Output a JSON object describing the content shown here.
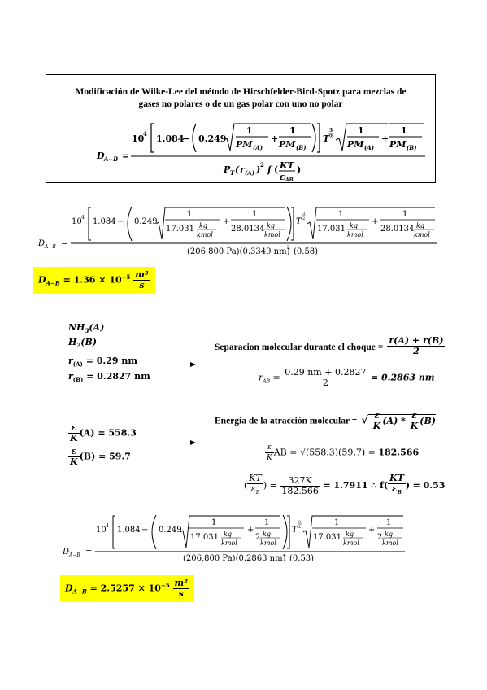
{
  "header": {
    "title_line1": "Modificación de Wilke-Lee del método de Hirschfelder-Bird-Spotz para mezclas de",
    "title_line2": "gases no polares o de un gas polar con uno no polar",
    "lhs": "D",
    "lhs_sub": "A−B",
    "coef": "10",
    "coef_exp": "4",
    "c1": "1.084",
    "c2": "0.249",
    "pm_a": "PM",
    "pm_a_sub": "(A)",
    "pm_b": "PM",
    "pm_b_sub": "(B)",
    "T": "T",
    "T_exp_num": "3",
    "T_exp_den": "2",
    "den_p": "P",
    "den_p_sub": "T",
    "den_r": "r",
    "den_r_sub": "(A)",
    "den_exp": "2",
    "den_f": "f",
    "den_kt": "KT",
    "den_eps": "ε",
    "den_eps_sub": "AB"
  },
  "eq1": {
    "coef": "10",
    "coef_exp": "4",
    "c1": "1.084",
    "c2": "0.249",
    "m_a": "17.031",
    "m_b": "28.0134",
    "unit_num": "kg",
    "unit_den": "kmol",
    "denominator": "(206,800 Pa)(0.3349 nm)",
    "den_exp": "2",
    "den_tail": "(0.58)"
  },
  "result1": {
    "lhs": "D",
    "lhs_sub": "A−B",
    "value": "= 1.36 × 10",
    "exp": "−5",
    "unit_num": "m²",
    "unit_den": "s"
  },
  "species": {
    "a": "NH",
    "a_sub": "3",
    "a_tail": "(A)",
    "b": "H",
    "b_sub": "2",
    "b_tail": "(B)",
    "ra_label": "r",
    "ra_sub": "(A)",
    "ra_value": "= 0.29 nm",
    "rb_label": "r",
    "rb_sub": "(B)",
    "rb_value": "= 0.2827 nm"
  },
  "separation": {
    "label": "Separacion molecular durante el choque =",
    "num": "r(A) + r(B)",
    "den": "2",
    "lhs": "r",
    "lhs_sub": "AB",
    "calc_num": "0.29 nm + 0.2827",
    "calc_den": "2",
    "result": "= 0.2863 nm"
  },
  "epsilon": {
    "a_label": "(A) = 558.3",
    "b_label": "(B) = 59.7",
    "eps": "ε",
    "k": "K"
  },
  "energy": {
    "label": "Energía de la atracción molecular =",
    "rhs_a": "(A) *",
    "rhs_b": "(B)",
    "ab_calc": "AB = √(558.3)(59.7) =",
    "ab_result": "182.566",
    "kt_num": "327K",
    "kt_den": "182.566",
    "kt_result": "= 1.7911 ∴ f",
    "f_result": "= 0.53"
  },
  "eq2": {
    "coef": "10",
    "coef_exp": "4",
    "c1": "1.084",
    "c2": "0.249",
    "m_a": "17.031",
    "m_b": "2",
    "unit_num": "kg",
    "unit_den": "kmol",
    "denominator": "(206,800 Pa)(0.2863 nm)",
    "den_exp": "2",
    "den_tail": "(0.53)"
  },
  "result2": {
    "lhs": "D",
    "lhs_sub": "A−B",
    "value": "= 2.5257 × 10",
    "exp": "−5",
    "unit_num": "m²",
    "unit_den": "s"
  }
}
